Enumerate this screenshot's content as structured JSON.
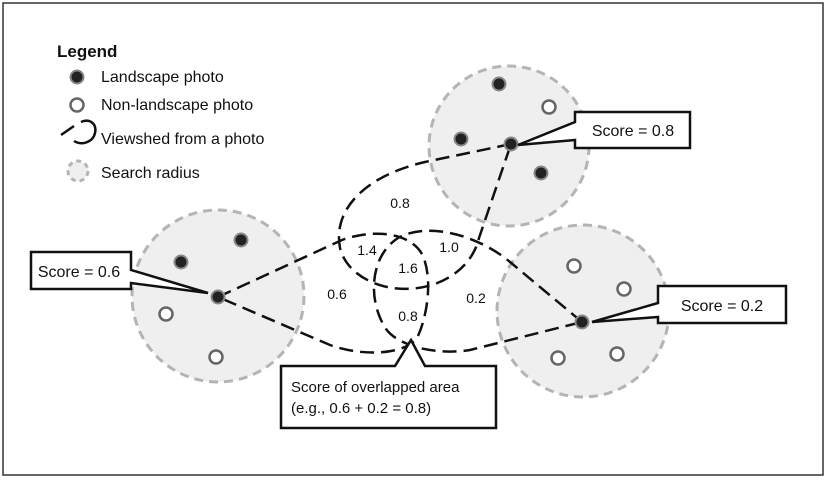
{
  "legend": {
    "title": "Legend",
    "landscape": "Landscape photo",
    "non_landscape": "Non-landscape photo",
    "viewshed": "Viewshed from a photo",
    "radius": "Search radius"
  },
  "callouts": {
    "top": "Score = 0.8",
    "left": "Score = 0.6",
    "right": "Score = 0.2"
  },
  "regions": {
    "top": "0.8",
    "left": "0.6",
    "right": "0.2",
    "top_left": "1.4",
    "top_right": "1.0",
    "center": "1.6",
    "bottom": "0.8"
  },
  "note": {
    "line1": "Score of overlapped area",
    "line2": "(e.g., 0.6 + 0.2 = 0.8)"
  },
  "colors": {
    "circle_fill": "#efefef",
    "circle_stroke": "#b4b4b4",
    "dot_fill": "#222222",
    "line": "#111111",
    "frame": "#333333"
  }
}
